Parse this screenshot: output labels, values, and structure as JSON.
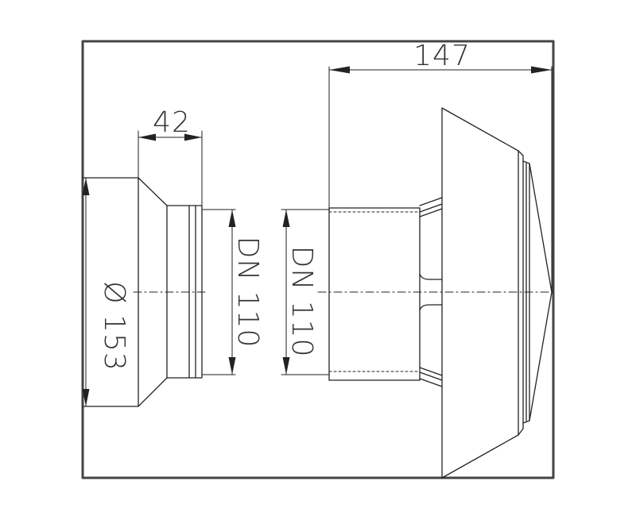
{
  "dimensions": {
    "length_total": "147",
    "width_short": "42",
    "diameter_outer": "Ø 153",
    "nominal_left": "DN 110",
    "nominal_right": "DN 110"
  },
  "colors": {
    "line": "#222222",
    "frame": "#444444",
    "text": "#333333",
    "background": "#ffffff"
  }
}
